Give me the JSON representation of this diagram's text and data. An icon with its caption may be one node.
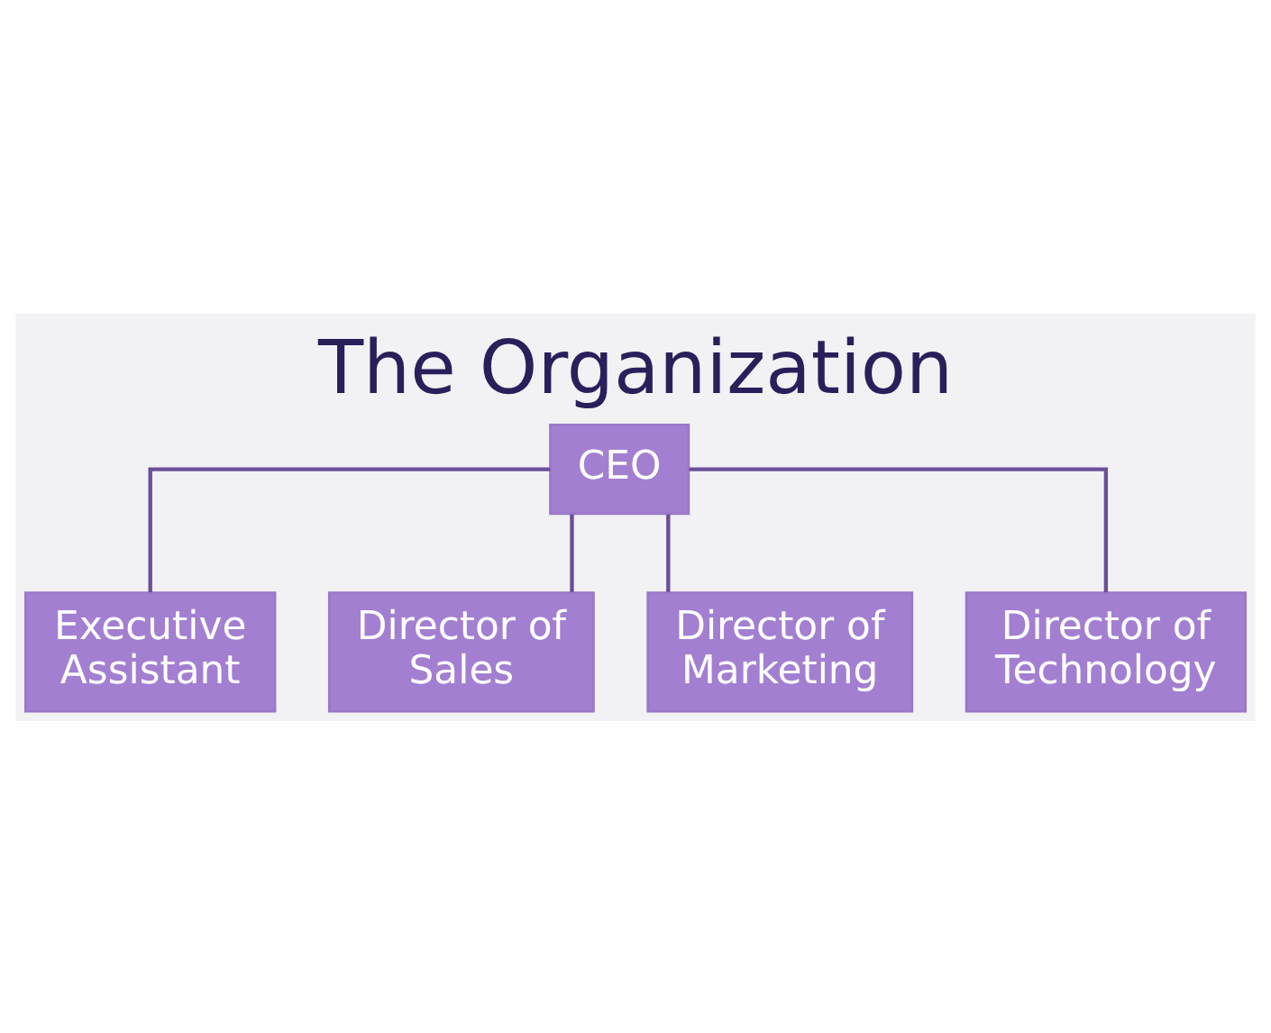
{
  "diagram": {
    "title": "The Organization",
    "nodes": [
      {
        "text": [
          "CEO"
        ]
      },
      {
        "text": [
          "Executive Assistant"
        ]
      },
      {
        "text": [
          "Director of Sales"
        ]
      },
      {
        "text": [
          "Director of Marketing"
        ]
      },
      {
        "text": [
          "Director of Technology"
        ]
      }
    ],
    "edges": [
      {
        "from": 0,
        "to": 1,
        "arrow": "none"
      },
      {
        "from": 0,
        "to": 2,
        "arrow": "none"
      },
      {
        "from": 0,
        "to": 3,
        "arrow": "none"
      },
      {
        "from": 0,
        "to": 4,
        "arrow": "none"
      }
    ]
  }
}
